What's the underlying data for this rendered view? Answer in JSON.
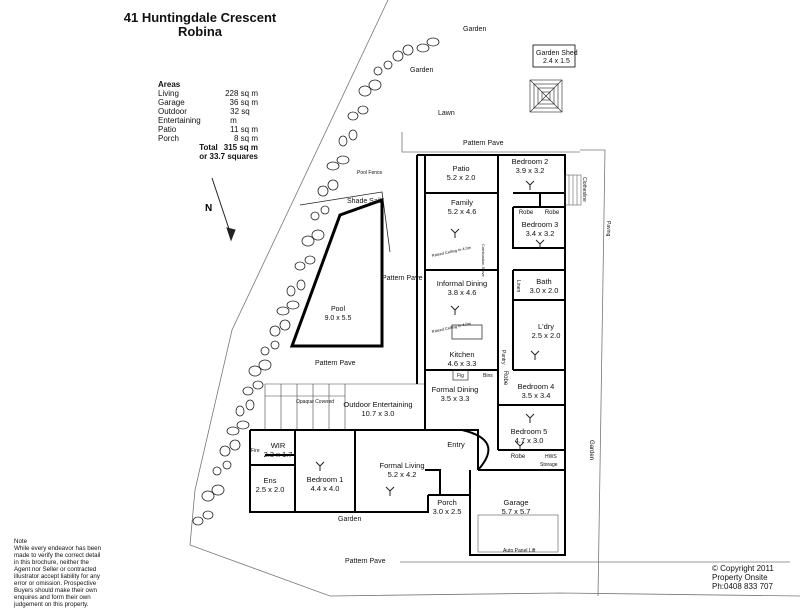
{
  "title": {
    "address": "41 Huntingdale Crescent",
    "suburb": "Robina"
  },
  "areas": {
    "heading": "Areas",
    "rows": [
      {
        "name": "Living",
        "value": "228 sq m"
      },
      {
        "name": "Garage",
        "value": "36 sq m"
      },
      {
        "name": "Outdoor Entertaining",
        "value": "32 sq m"
      },
      {
        "name": "Patio",
        "value": "11 sq m"
      },
      {
        "name": "Porch",
        "value": "8 sq m"
      }
    ],
    "total_label": "Total",
    "total_value": "315 sq m",
    "squares": "or 33.7 squares"
  },
  "north": "N",
  "labels": {
    "garden_top": "Garden",
    "garden_left": "Garden",
    "garden_right": "Garden",
    "garden_bottom": "Garden",
    "garden_shed": "Garden Shed",
    "garden_shed_size": "2.4 x 1.5",
    "lawn": "Lawn",
    "pattern_pave_top": "Pattern Pave",
    "pattern_pave_mid": "Pattern Pave",
    "pattern_pave_left": "Pattern Pave",
    "pattern_pave_bottom": "Pattern Pave",
    "pool_fence": "Pool Fence",
    "shade_sail": "Shade Sail",
    "pool": "Pool",
    "pool_size": "9.0 x 5.5",
    "clothesline": "Clothesline",
    "paving": "Paving",
    "auto_panel_lift": "Auto Panel Lift",
    "opaque_covered": "Opaque Covered",
    "raised_ceiling_1": "Raised Ceiling to 4.0m",
    "raised_ceiling_2": "Raised Ceiling to 4.0m",
    "combustion_stove": "Combustion Stove",
    "linen": "Linen",
    "pantry": "Pantry",
    "bins": "Bins",
    "fridge": "Fig",
    "hws": "HWS",
    "storage": "Storage",
    "fire": "Fire"
  },
  "rooms": [
    {
      "name": "Patio",
      "size": "5.2 x 2.0"
    },
    {
      "name": "Bedroom 2",
      "size": "3.9 x 3.2"
    },
    {
      "name": "Family",
      "size": "5.2 x 4.6"
    },
    {
      "name": "Robe",
      "size": ""
    },
    {
      "name": "Robe",
      "size": ""
    },
    {
      "name": "Bedroom 3",
      "size": "3.4 x 3.2"
    },
    {
      "name": "Informal Dining",
      "size": "3.8 x 4.6"
    },
    {
      "name": "Bath",
      "size": "3.0 x 2.0"
    },
    {
      "name": "L'dry",
      "size": "2.5 x 2.0"
    },
    {
      "name": "Kitchen",
      "size": "4.6 x 3.3"
    },
    {
      "name": "Bedroom 4",
      "size": "3.5 x 3.4"
    },
    {
      "name": "Robe",
      "size": ""
    },
    {
      "name": "Formal Dining",
      "size": "3.5 x 3.3"
    },
    {
      "name": "Outdoor Entertaining",
      "size": "10.7 x 3.0"
    },
    {
      "name": "Bedroom 5",
      "size": "4.7 x 3.0"
    },
    {
      "name": "Robe",
      "size": ""
    },
    {
      "name": "WIR",
      "size": "2.3 x 1.7"
    },
    {
      "name": "Entry",
      "size": ""
    },
    {
      "name": "Formal Living",
      "size": "5.2 x 4.2"
    },
    {
      "name": "Bedroom 1",
      "size": "4.4 x 4.0"
    },
    {
      "name": "Ens",
      "size": "2.5 x 2.0"
    },
    {
      "name": "Porch",
      "size": "3.0 x 2.5"
    },
    {
      "name": "Garage",
      "size": "5.7 x 5.7"
    }
  ],
  "note": {
    "heading": "Note",
    "text": "While every endeavor has been made to verify the correct detail in this brochure, neither the Agent nor Seller or contracted illustrator accept liability for any error or omission. Prospective Buyers should make their own enquires and form their own judgement on this property."
  },
  "copyright": {
    "line1": "Copyright 2011",
    "line2": "Property Onsite",
    "line3": "Ph:0408 833 707"
  },
  "colors": {
    "line": "#111111",
    "wall": "#000000",
    "background": "#ffffff"
  }
}
